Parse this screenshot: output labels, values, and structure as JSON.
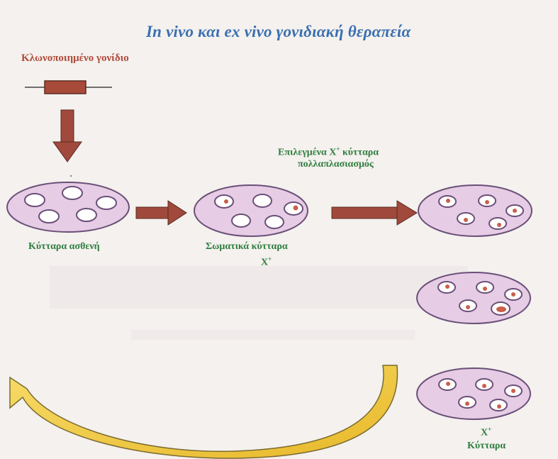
{
  "title": "In vivo και ex vivo γονιδιακή θεραπεία",
  "gene_label": "Κλωνοποιημένο γονίδιο",
  "selected_line1": "Επιλεγμένα X",
  "selected_line1_suffix": " κύτταρα",
  "selected_line2": "πολλαπλασιασμός",
  "patient_cells_label": "Κύτταρα ασθενή",
  "somatic_line1": "Σωματικά κύτταρα",
  "somatic_line2": "X",
  "xcells_line1": "X",
  "xcells_line2": "Κύτταρα",
  "plus_sign": "+",
  "colors": {
    "title": "#3a6fb0",
    "gene_label": "#b04a3a",
    "green_text": "#2e7d3e",
    "dish_fill": "#e6cce4",
    "dish_stroke": "#6a4f78",
    "arrow": "#a0493c",
    "gene_block": "#a84a3a",
    "return_arrow": "#f2cd40",
    "marked_dot": "#c9604a"
  }
}
